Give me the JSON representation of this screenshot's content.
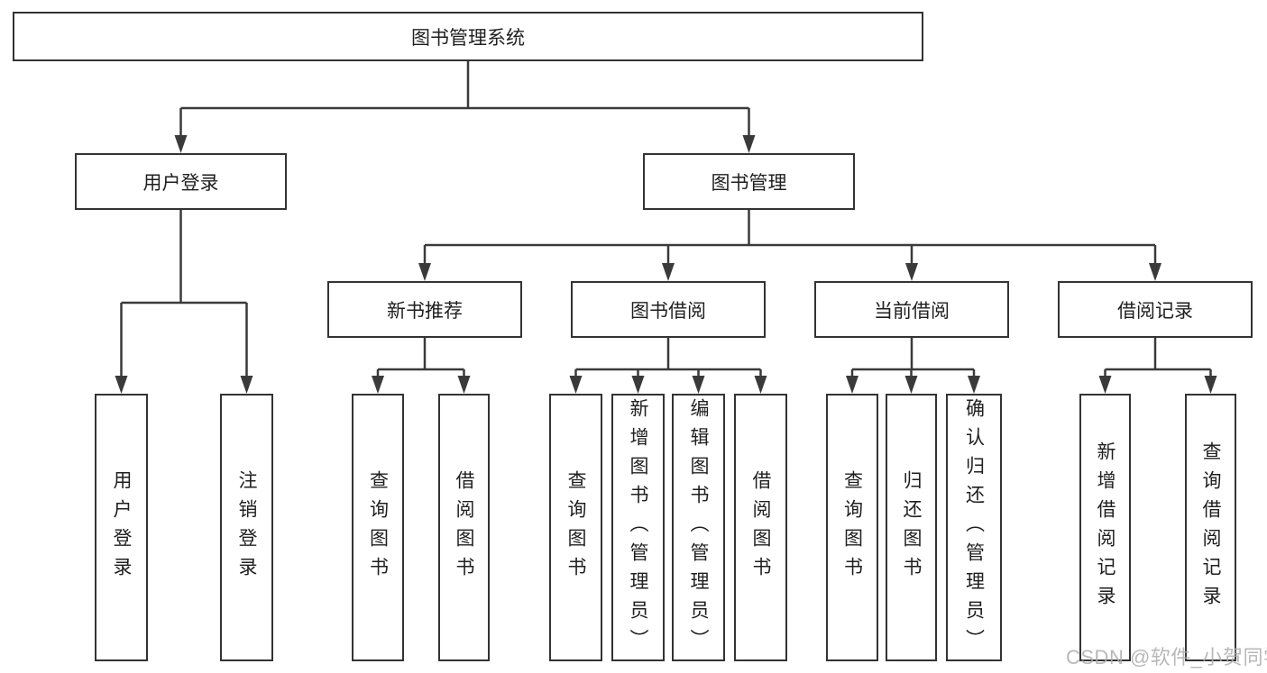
{
  "tree": {
    "root": "图书管理系统",
    "branches": {
      "user_login": {
        "label": "用户登录",
        "children": [
          "用户登录",
          "注销登录"
        ]
      },
      "book_management": {
        "label": "图书管理",
        "sections": {
          "new_book_recommend": {
            "label": "新书推荐",
            "children": [
              "查询图书",
              "借阅图书"
            ]
          },
          "book_borrow": {
            "label": "图书借阅",
            "children": [
              "查询图书",
              "新增图书（管理员）",
              "编辑图书（管理员）",
              "借阅图书"
            ]
          },
          "current_borrow": {
            "label": "当前借阅",
            "children": [
              "查询图书",
              "归还图书",
              "确认归还（管理员）"
            ]
          },
          "borrow_records": {
            "label": "借阅记录",
            "children": [
              "新增借阅记录",
              "查询借阅记录"
            ]
          }
        }
      }
    }
  },
  "watermark": "CSDN @软件_小贺同学",
  "colors": {
    "line": "#3a3a3a",
    "box_border": "#333333",
    "text": "#1f1f1f",
    "background": "#ffffff",
    "watermark": "#acacac"
  }
}
